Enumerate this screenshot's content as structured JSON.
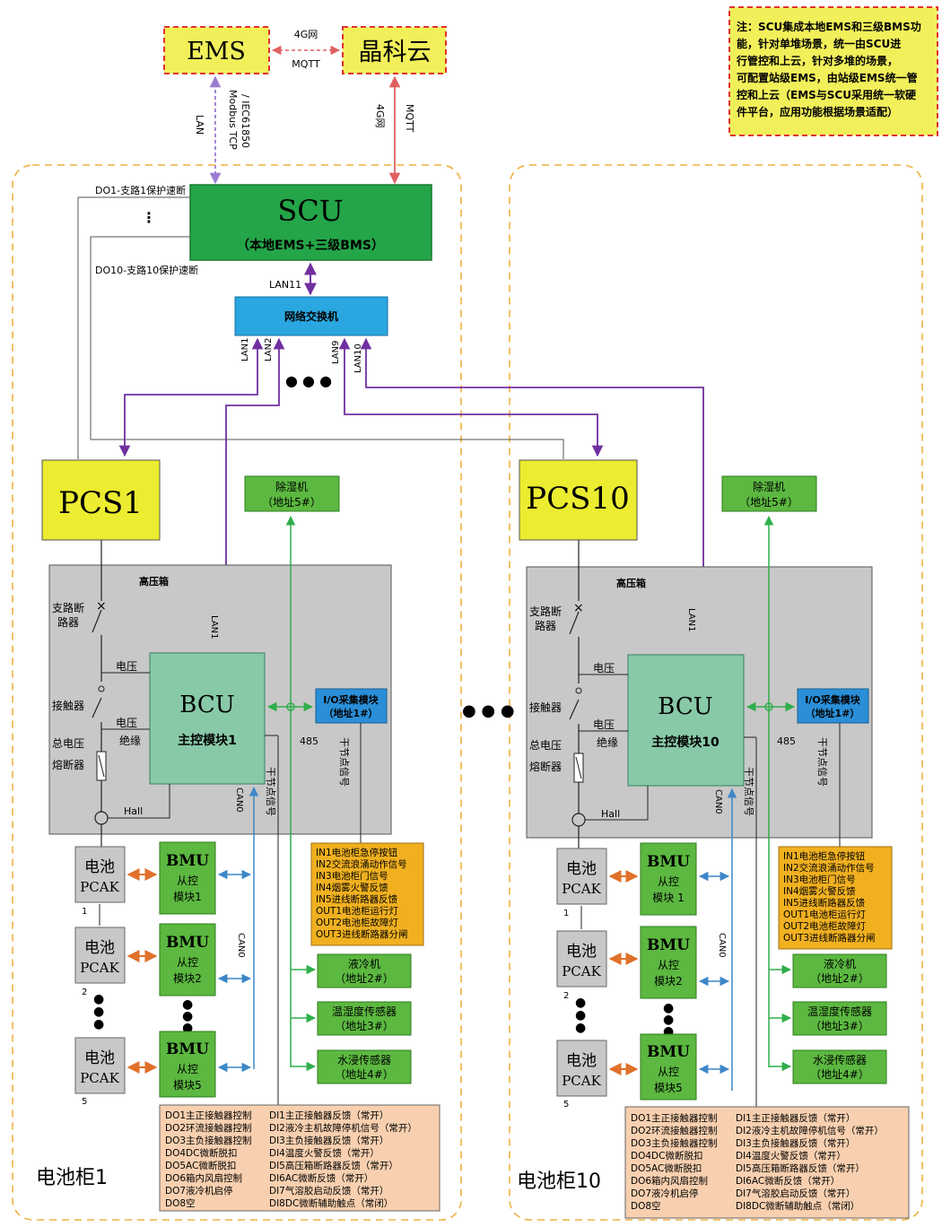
{
  "ems": {
    "label": "EMS"
  },
  "cloud": {
    "label": "晶科云"
  },
  "link_ems_cloud": {
    "top": "4G网",
    "bottom": "MQTT"
  },
  "link_ems_scu": {
    "a": "LAN",
    "b": "Modbus TCP",
    "c": "/ IEC61850"
  },
  "link_cloud_scu": {
    "a": "4G网",
    "b": "MQTT"
  },
  "note": {
    "lines": [
      "注：SCU集成本地EMS和三级BMS功",
      "能，针对单堆场景，统一由SCU进",
      "行管控和上云，针对多堆的场景，",
      "可配置站级EMS，由站级EMS统一管",
      "控和上云（EMS与SCU采用统一软硬",
      "件平台，应用功能根据场景适配）"
    ]
  },
  "scu": {
    "title": "SCU",
    "subtitle": "（本地EMS+三级BMS）"
  },
  "do_lines": {
    "do1": "DO1-支路1保护速断",
    "dots": "⋮",
    "do10": "DO10-支路10保护速断"
  },
  "switch": {
    "label": "网络交换机",
    "lan11": "LAN11",
    "lan1": "LAN1",
    "lan2": "LAN2",
    "lan9": "LAN9",
    "lan10": "LAN10",
    "dots": "● ● ●"
  },
  "middle_dots": "● ● ●",
  "cabinets": [
    {
      "name": "电池柜1",
      "pcs": "PCS1",
      "dehumidifier": {
        "name": "除湿机",
        "addr": "（地址5#）"
      },
      "hv_box": "高压箱",
      "breaker": [
        "支路断",
        "路器"
      ],
      "contactor": "接触器",
      "fuse": [
        "总电压",
        "熔断器"
      ],
      "voltage1": "电压",
      "voltage2": "电压",
      "insulation": "绝缘",
      "hall": "Hall",
      "lan1": "LAN1",
      "bcu": {
        "title": "BCU",
        "subtitle": "主控模块1"
      },
      "io": {
        "title": "I/O采集模块",
        "addr": "（地址1#）"
      },
      "rs485": "485",
      "dry_contact": "干节点信号",
      "can0": "CAN0",
      "can0_b": "CAN0",
      "dry_contact2": "干节点信号",
      "io_list": [
        "IN1电池柜急停按钮",
        "IN2交流浪涌动作信号",
        "IN3电池柜门信号",
        "IN4烟雾火警反馈",
        "IN5进线断路器反馈",
        "OUT1电池柜运行灯",
        "OUT2电池柜故障灯",
        "OUT3进线断路器分闸"
      ],
      "chiller": {
        "name": "液冷机",
        "addr": "（地址2#）"
      },
      "th_sensor": {
        "name": "温湿度传感器",
        "addr": "（地址3#）"
      },
      "water_sensor": {
        "name": "水浸传感器",
        "addr": "（地址4#）"
      },
      "packs": [
        {
          "a": "电池",
          "b": "PCAK",
          "num": "1"
        },
        {
          "a": "电池",
          "b": "PCAK",
          "num": "2"
        },
        {
          "a": "电池",
          "b": "PCAK",
          "num": "5"
        }
      ],
      "bmus": [
        {
          "a": "BMU",
          "b": "从控",
          "c": "模块1"
        },
        {
          "a": "BMU",
          "b": "从控",
          "c": "模块2"
        },
        {
          "a": "BMU",
          "b": "从控",
          "c": "模块5"
        }
      ],
      "do_list": [
        "DO1主正接触器控制",
        "DO2环流接触器控制",
        "DO3主负接触器控制",
        "DO4DC微断脱扣",
        "DO5AC微断脱扣",
        "DO6箱内风扇控制",
        "DO7液冷机启停",
        "DO8空"
      ],
      "di_list": [
        "DI1主正接触器反馈（常开）",
        "DI2液冷主机故障停机信号（常开）",
        "DI3主负接触器反馈（常开）",
        "DI4温度火警反馈（常开）",
        "DI5高压箱断路器反馈（常开）",
        "DI6AC微断反馈（常开）",
        "DI7气溶胶启动反馈（常开）",
        "DI8DC微断辅助触点（常闭）"
      ]
    },
    {
      "name": "电池柜10",
      "pcs": "PCS10",
      "dehumidifier": {
        "name": "除湿机",
        "addr": "（地址5#）"
      },
      "hv_box": "高压箱",
      "breaker": [
        "支路断",
        "路器"
      ],
      "contactor": "接触器",
      "fuse": [
        "总电压",
        "熔断器"
      ],
      "voltage1": "电压",
      "voltage2": "电压",
      "insulation": "绝缘",
      "hall": "Hall",
      "lan1": "LAN1",
      "bcu": {
        "title": "BCU",
        "subtitle": "主控模块10"
      },
      "io": {
        "title": "I/O采集模块",
        "addr": "（地址1#）"
      },
      "rs485": "485",
      "dry_contact": "干节点信号",
      "can0": "CAN0",
      "can0_b": "CAN0",
      "dry_contact2": "干节点信号",
      "io_list": [
        "IN1电池柜急停按钮",
        "IN2交流浪涌动作信号",
        "IN3电池柜门信号",
        "IN4烟雾火警反馈",
        "IN5进线断路器反馈",
        "OUT1电池柜运行灯",
        "OUT2电池柜故障灯",
        "OUT3进线断路器分闸"
      ],
      "chiller": {
        "name": "液冷机",
        "addr": "（地址2#）"
      },
      "th_sensor": {
        "name": "温湿度传感器",
        "addr": "（地址3#）"
      },
      "water_sensor": {
        "name": "水浸传感器",
        "addr": "（地址4#）"
      },
      "packs": [
        {
          "a": "电池",
          "b": "PCAK",
          "num": "1"
        },
        {
          "a": "电池",
          "b": "PCAK",
          "num": "2"
        },
        {
          "a": "电池",
          "b": "PCAK",
          "num": "5"
        }
      ],
      "bmus": [
        {
          "a": "BMU",
          "b": "从控",
          "c": "模块 1"
        },
        {
          "a": "BMU",
          "b": "从控",
          "c": "模块2"
        },
        {
          "a": "BMU",
          "b": "从控",
          "c": "模块5"
        }
      ],
      "do_list": [
        "DO1主正接触器控制",
        "DO2环流接触器控制",
        "DO3主负接触器控制",
        "DO4DC微断脱扣",
        "DO5AC微断脱扣",
        "DO6箱内风扇控制",
        "DO7液冷机启停",
        "DO8空"
      ],
      "di_list": [
        "DI1主正接触器反馈（常开）",
        "DI2液冷主机故障停机信号（常开）",
        "DI3主负接触器反馈（常开）",
        "DI4温度火警反馈（常开）",
        "DI5高压箱断路器反馈（常开）",
        "DI6AC微断反馈（常开）",
        "DI7气溶胶启动反馈（常开）",
        "DI8DC微断辅助触点（常闭）"
      ]
    }
  ]
}
